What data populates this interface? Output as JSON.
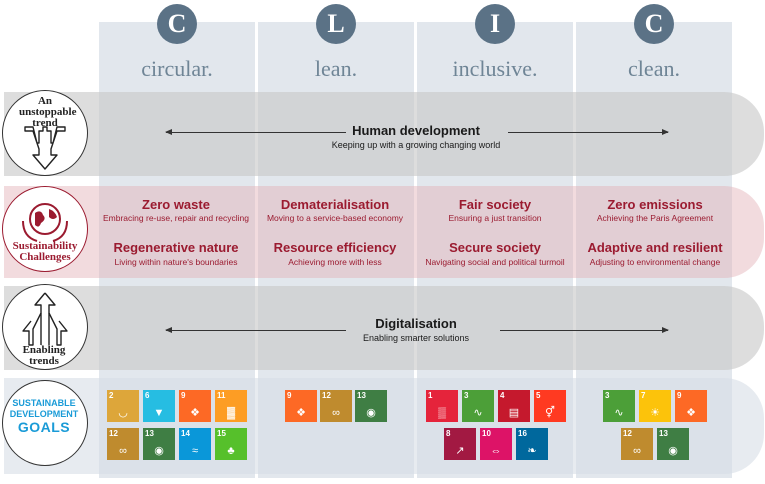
{
  "columns": [
    {
      "letter": "C",
      "name": "circular."
    },
    {
      "letter": "L",
      "name": "lean."
    },
    {
      "letter": "I",
      "name": "inclusive."
    },
    {
      "letter": "C",
      "name": "clean."
    }
  ],
  "rows": {
    "trend": {
      "label": "An unstoppable trend",
      "title": "Human development",
      "subtitle": "Keeping up with a growing changing world"
    },
    "challenges": {
      "label": "Sustainability Challenges",
      "items": [
        {
          "title": "Zero waste",
          "subtitle": "Embracing re-use, repair and recycling"
        },
        {
          "title": "Dematerialisation",
          "subtitle": "Moving to a service-based economy"
        },
        {
          "title": "Fair society",
          "subtitle": "Ensuring a just transition"
        },
        {
          "title": "Zero emissions",
          "subtitle": "Achieving the Paris Agreement"
        },
        {
          "title": "Regenerative nature",
          "subtitle": "Living within nature's boundaries"
        },
        {
          "title": "Resource efficiency",
          "subtitle": "Achieving more with less"
        },
        {
          "title": "Secure society",
          "subtitle": "Navigating social and political turmoil"
        },
        {
          "title": "Adaptive and resilient",
          "subtitle": "Adjusting to environmental change"
        }
      ]
    },
    "enabling": {
      "label": "Enabling trends",
      "title": "Digitalisation",
      "subtitle": "Enabling smarter solutions"
    },
    "sdg": {
      "logo_top": "SUSTAINABLE DEVELOPMENT",
      "logo_goals": "GOALS"
    }
  },
  "sdg_tiles": {
    "circular": [
      {
        "num": "2",
        "icon": "bowl-icon",
        "color": "#dda63a"
      },
      {
        "num": "6",
        "icon": "water-drop-icon",
        "color": "#26bde2"
      },
      {
        "num": "9",
        "icon": "cubes-icon",
        "color": "#fd6925"
      },
      {
        "num": "11",
        "icon": "buildings-icon",
        "color": "#fd9d24"
      },
      {
        "num": "12",
        "icon": "infinity-icon",
        "color": "#bf8b2e"
      },
      {
        "num": "13",
        "icon": "eye-globe-icon",
        "color": "#3f7e44"
      },
      {
        "num": "14",
        "icon": "fish-icon",
        "color": "#0a97d9"
      },
      {
        "num": "15",
        "icon": "tree-icon",
        "color": "#56c02b"
      }
    ],
    "lean": [
      {
        "num": "9",
        "icon": "cubes-icon",
        "color": "#fd6925"
      },
      {
        "num": "12",
        "icon": "infinity-icon",
        "color": "#bf8b2e"
      },
      {
        "num": "13",
        "icon": "eye-globe-icon",
        "color": "#3f7e44"
      }
    ],
    "inclusive": [
      {
        "num": "1",
        "icon": "family-icon",
        "color": "#e5243b"
      },
      {
        "num": "3",
        "icon": "heartbeat-icon",
        "color": "#4c9f38"
      },
      {
        "num": "4",
        "icon": "book-icon",
        "color": "#c5192d"
      },
      {
        "num": "5",
        "icon": "gender-icon",
        "color": "#ff3a21"
      },
      {
        "num": "8",
        "icon": "growth-chart-icon",
        "color": "#a21942"
      },
      {
        "num": "10",
        "icon": "equality-icon",
        "color": "#dd1367"
      },
      {
        "num": "16",
        "icon": "dove-icon",
        "color": "#00689d"
      }
    ],
    "clean": [
      {
        "num": "3",
        "icon": "heartbeat-icon",
        "color": "#4c9f38"
      },
      {
        "num": "7",
        "icon": "sun-icon",
        "color": "#fcc30b"
      },
      {
        "num": "9",
        "icon": "cubes-icon",
        "color": "#fd6925"
      },
      {
        "num": "12",
        "icon": "infinity-icon",
        "color": "#bf8b2e"
      },
      {
        "num": "13",
        "icon": "eye-globe-icon",
        "color": "#3f7e44"
      }
    ]
  },
  "colors": {
    "accent_red": "#9b1b30",
    "letter_circle": "#5b7286",
    "column_bg": "#e2e7ed",
    "sdg_blue": "#1a9bd7"
  }
}
